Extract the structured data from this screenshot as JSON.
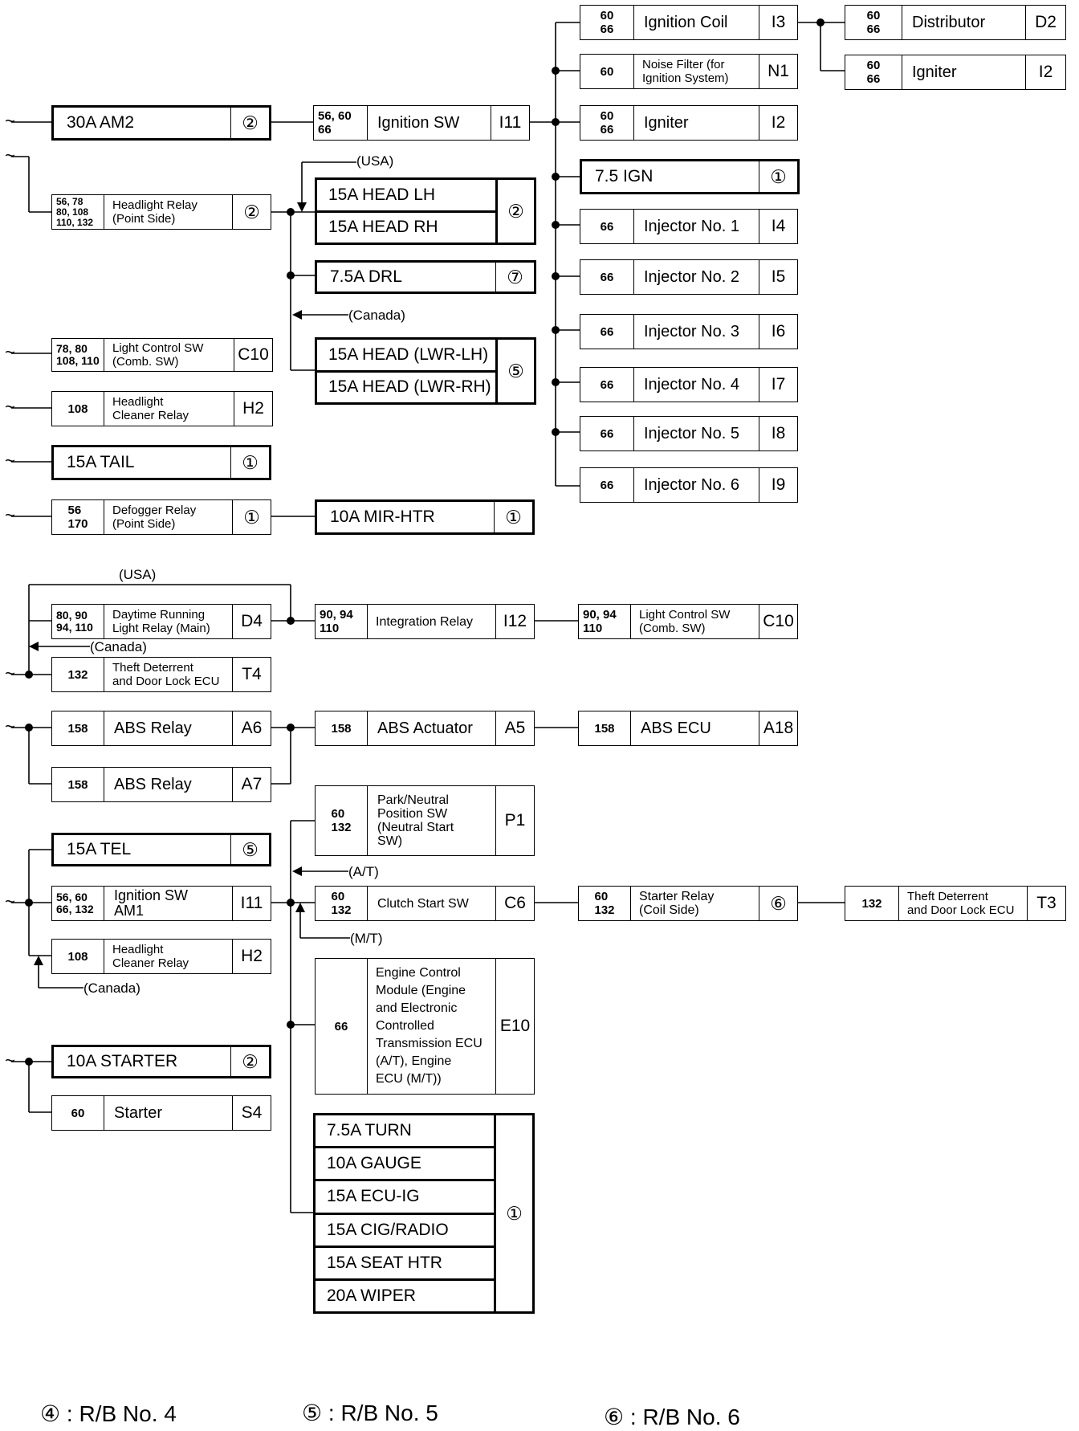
{
  "components": {
    "ign_coil": {
      "pages": "60\n66",
      "name": "Ignition Coil",
      "code": "I3"
    },
    "distributor": {
      "pages": "60\n66",
      "name": "Distributor",
      "code": "D2"
    },
    "noise_filter": {
      "pages": "60",
      "name": "Noise Filter (for\nIgnition System)",
      "code": "N1"
    },
    "igniter_right": {
      "pages": "60\n66",
      "name": "Igniter",
      "code": "I2"
    },
    "igniter": {
      "pages": "60\n66",
      "name": "Igniter",
      "code": "I2"
    },
    "am2": {
      "name": "30A AM2",
      "rb": "②"
    },
    "ign_sw": {
      "pages": "56, 60\n66",
      "name": "Ignition SW",
      "code": "I11"
    },
    "ign_fuse": {
      "name": "7.5 IGN",
      "rb": "①"
    },
    "head_relay": {
      "pages": "56, 78\n80, 108\n110, 132",
      "name": "Headlight Relay\n(Point Side)",
      "rb": "②"
    },
    "head_fuses": {
      "a": "15A HEAD LH",
      "b": "15A HEAD RH",
      "rb": "②"
    },
    "drl": {
      "name": "7.5A DRL",
      "rb": "⑦"
    },
    "head_lwr": {
      "a": "15A HEAD (LWR-LH)",
      "b": "15A HEAD (LWR-RH)",
      "rb": "⑤"
    },
    "injectors": [
      {
        "pages": "66",
        "name": "Injector No. 1",
        "code": "I4"
      },
      {
        "pages": "66",
        "name": "Injector No. 2",
        "code": "I5"
      },
      {
        "pages": "66",
        "name": "Injector No. 3",
        "code": "I6"
      },
      {
        "pages": "66",
        "name": "Injector No. 4",
        "code": "I7"
      },
      {
        "pages": "66",
        "name": "Injector No. 5",
        "code": "I8"
      },
      {
        "pages": "66",
        "name": "Injector No. 6",
        "code": "I9"
      }
    ],
    "light_sw": {
      "pages": "78, 80\n108, 110",
      "name": "Light Control SW\n(Comb. SW)",
      "code": "C10"
    },
    "cleaner_relay": {
      "pages": "108",
      "name": "Headlight\nCleaner Relay",
      "code": "H2"
    },
    "tail": {
      "name": "15A TAIL",
      "rb": "①"
    },
    "defogger": {
      "pages": "56\n170",
      "name": "Defogger Relay\n(Point Side)",
      "rb": "①"
    },
    "mir_htr": {
      "name": "10A MIR-HTR",
      "rb": "①"
    },
    "drl_relay": {
      "pages": "80, 90\n94, 110",
      "name": "Daytime Running\nLight Relay (Main)",
      "code": "D4"
    },
    "integration_relay": {
      "pages": "90, 94\n110",
      "name": "Integration Relay",
      "code": "I12"
    },
    "light_sw2": {
      "pages": "90, 94\n110",
      "name": "Light Control SW\n(Comb. SW)",
      "code": "C10"
    },
    "theft1": {
      "pages": "132",
      "name": "Theft Deterrent\nand Door Lock ECU",
      "code": "T4"
    },
    "abs_relay1": {
      "pages": "158",
      "name": "ABS Relay",
      "code": "A6"
    },
    "abs_actuator": {
      "pages": "158",
      "name": "ABS Actuator",
      "code": "A5"
    },
    "abs_ecu": {
      "pages": "158",
      "name": "ABS ECU",
      "code": "A18"
    },
    "abs_relay2": {
      "pages": "158",
      "name": "ABS Relay",
      "code": "A7"
    },
    "park_neutral": {
      "pages": "60\n132",
      "name": "Park/Neutral\nPosition SW\n(Neutral Start\nSW)",
      "code": "P1"
    },
    "tel": {
      "name": "15A TEL",
      "rb": "⑤"
    },
    "ign_sw_am1": {
      "pages": "56, 60\n66, 132",
      "name": "Ignition SW\nAM1",
      "code": "I11"
    },
    "clutch_sw": {
      "pages": "60\n132",
      "name": "Clutch Start SW",
      "code": "C6"
    },
    "starter_relay": {
      "pages": "60\n132",
      "name": "Starter Relay\n(Coil Side)",
      "rb": "⑥"
    },
    "theft2": {
      "pages": "132",
      "name": "Theft Deterrent\nand Door Lock ECU",
      "code": "T3"
    },
    "cleaner_relay2": {
      "pages": "108",
      "name": "Headlight\nCleaner Relay",
      "code": "H2"
    },
    "ecm": {
      "pages": "66",
      "name": "Engine Control\nModule (Engine\nand Electronic\nControlled\nTransmission ECU\n(A/T), Engine\nECU (M/T))",
      "code": "E10"
    },
    "starter_fuse": {
      "name": "10A STARTER",
      "rb": "②"
    },
    "starter": {
      "pages": "60",
      "name": "Starter",
      "code": "S4"
    },
    "fuse_stack": {
      "items": [
        "7.5A TURN",
        "10A GAUGE",
        "15A ECU-IG",
        "15A CIG/RADIO",
        "15A SEAT HTR",
        "20A WIPER"
      ],
      "rb": "①"
    }
  },
  "labels": {
    "usa1": "(USA)",
    "canada1": "(Canada)",
    "usa2": "(USA)",
    "canada2": "(Canada)",
    "at": "(A/T)",
    "mt": "(M/T)",
    "canada3": "(Canada)"
  },
  "legend": {
    "rb4": "④ : R/B No. 4",
    "rb5": "⑤ : R/B No. 5",
    "rb6": "⑥ : R/B No. 6"
  }
}
